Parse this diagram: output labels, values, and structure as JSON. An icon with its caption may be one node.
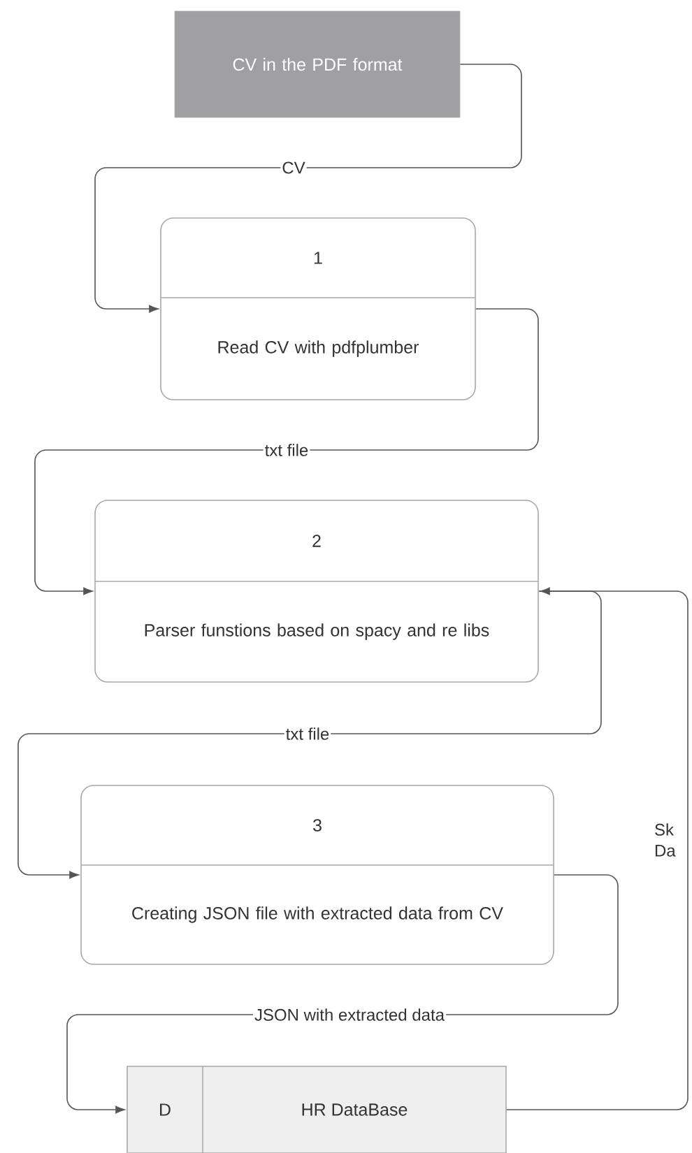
{
  "diagram": {
    "nodes": [
      {
        "text": [
          "CV in the PDF format"
        ]
      },
      {
        "text": [
          "1",
          "Read CV with pdfplumber"
        ]
      },
      {
        "text": [
          "2",
          "Parser funstions based on spacy and re libs"
        ]
      },
      {
        "text": [
          "3",
          "Creating JSON file with extracted data from CV"
        ]
      },
      {
        "text": [
          "D",
          "HR DataBase"
        ]
      }
    ],
    "edges": [
      {
        "from": 0,
        "to": 1,
        "arrow": "to",
        "label": "CV"
      },
      {
        "from": 1,
        "to": 2,
        "arrow": "to",
        "label": "txt file"
      },
      {
        "from": 2,
        "to": 3,
        "arrow": "to",
        "label": "txt file"
      },
      {
        "from": 3,
        "to": 4,
        "arrow": "to",
        "label": "JSON with extracted data"
      },
      {
        "from": 4,
        "to": 2,
        "arrow": "to",
        "label": "Sk Da"
      }
    ]
  }
}
